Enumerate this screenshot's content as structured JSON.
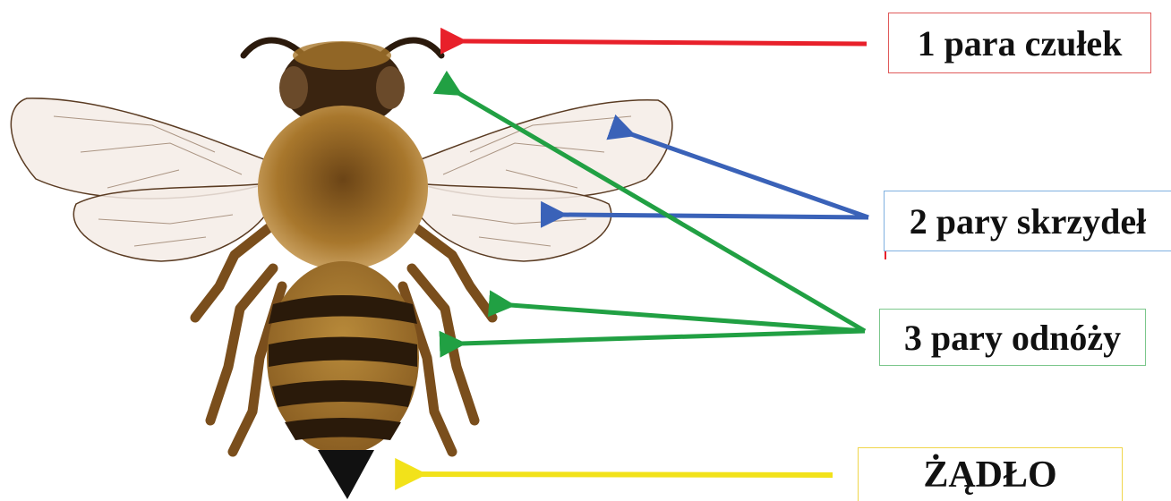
{
  "labels": {
    "antennae": "1 para czułek",
    "wings": "2 pary skrzydeł",
    "legs": "3 pary odnóży",
    "sting": "ŻĄDŁO"
  },
  "colors": {
    "antennae_arrow": "#e8202a",
    "wings_arrow": "#3a62b8",
    "legs_arrow": "#21a043",
    "sting_arrow": "#f2e21a",
    "bee_body": "#a8772c",
    "bee_stripe": "#2a1a0a",
    "sting": "#111111"
  },
  "icons": {
    "bee": "honeybee-illustration",
    "sting": "black-triangle"
  }
}
